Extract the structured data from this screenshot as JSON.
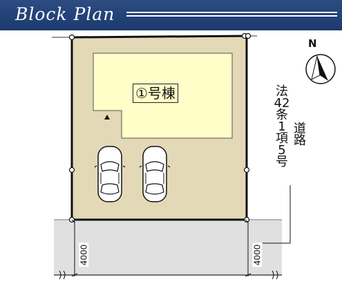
{
  "header": {
    "title": "Block Plan"
  },
  "plan": {
    "building_label": "①号棟",
    "setback_left": "4000",
    "setback_right": "4000",
    "road_note_col1": [
      "法",
      "42",
      "条",
      "1",
      "項",
      "5",
      "号"
    ],
    "road_note_col2": [
      "道",
      "路"
    ]
  },
  "compass": {
    "label": "N"
  },
  "colors": {
    "header_bg": "#1c3a6e",
    "lot_fill": "#e3d9b7",
    "building_fill": "#fffdc8",
    "road_fill": "#e0e0e0"
  }
}
